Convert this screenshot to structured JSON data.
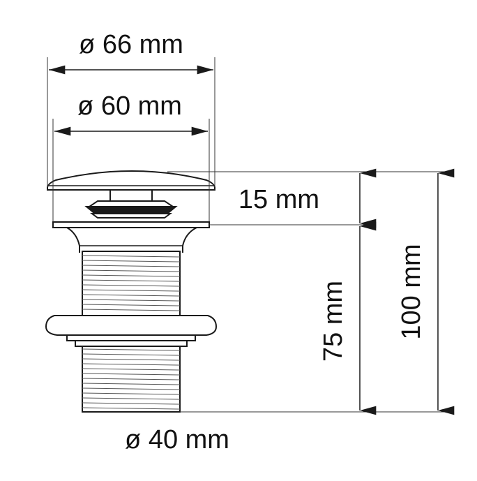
{
  "dimensions": {
    "cap_outer_diameter": "ø 66 mm",
    "cap_inner_diameter": "ø 60 mm",
    "cap_height": "15 mm",
    "body_height": "75 mm",
    "total_height": "100 mm",
    "thread_diameter": "ø 40 mm"
  },
  "colors": {
    "line": "#1a1a1a",
    "dimension_line": "#333333",
    "background": "#ffffff"
  }
}
